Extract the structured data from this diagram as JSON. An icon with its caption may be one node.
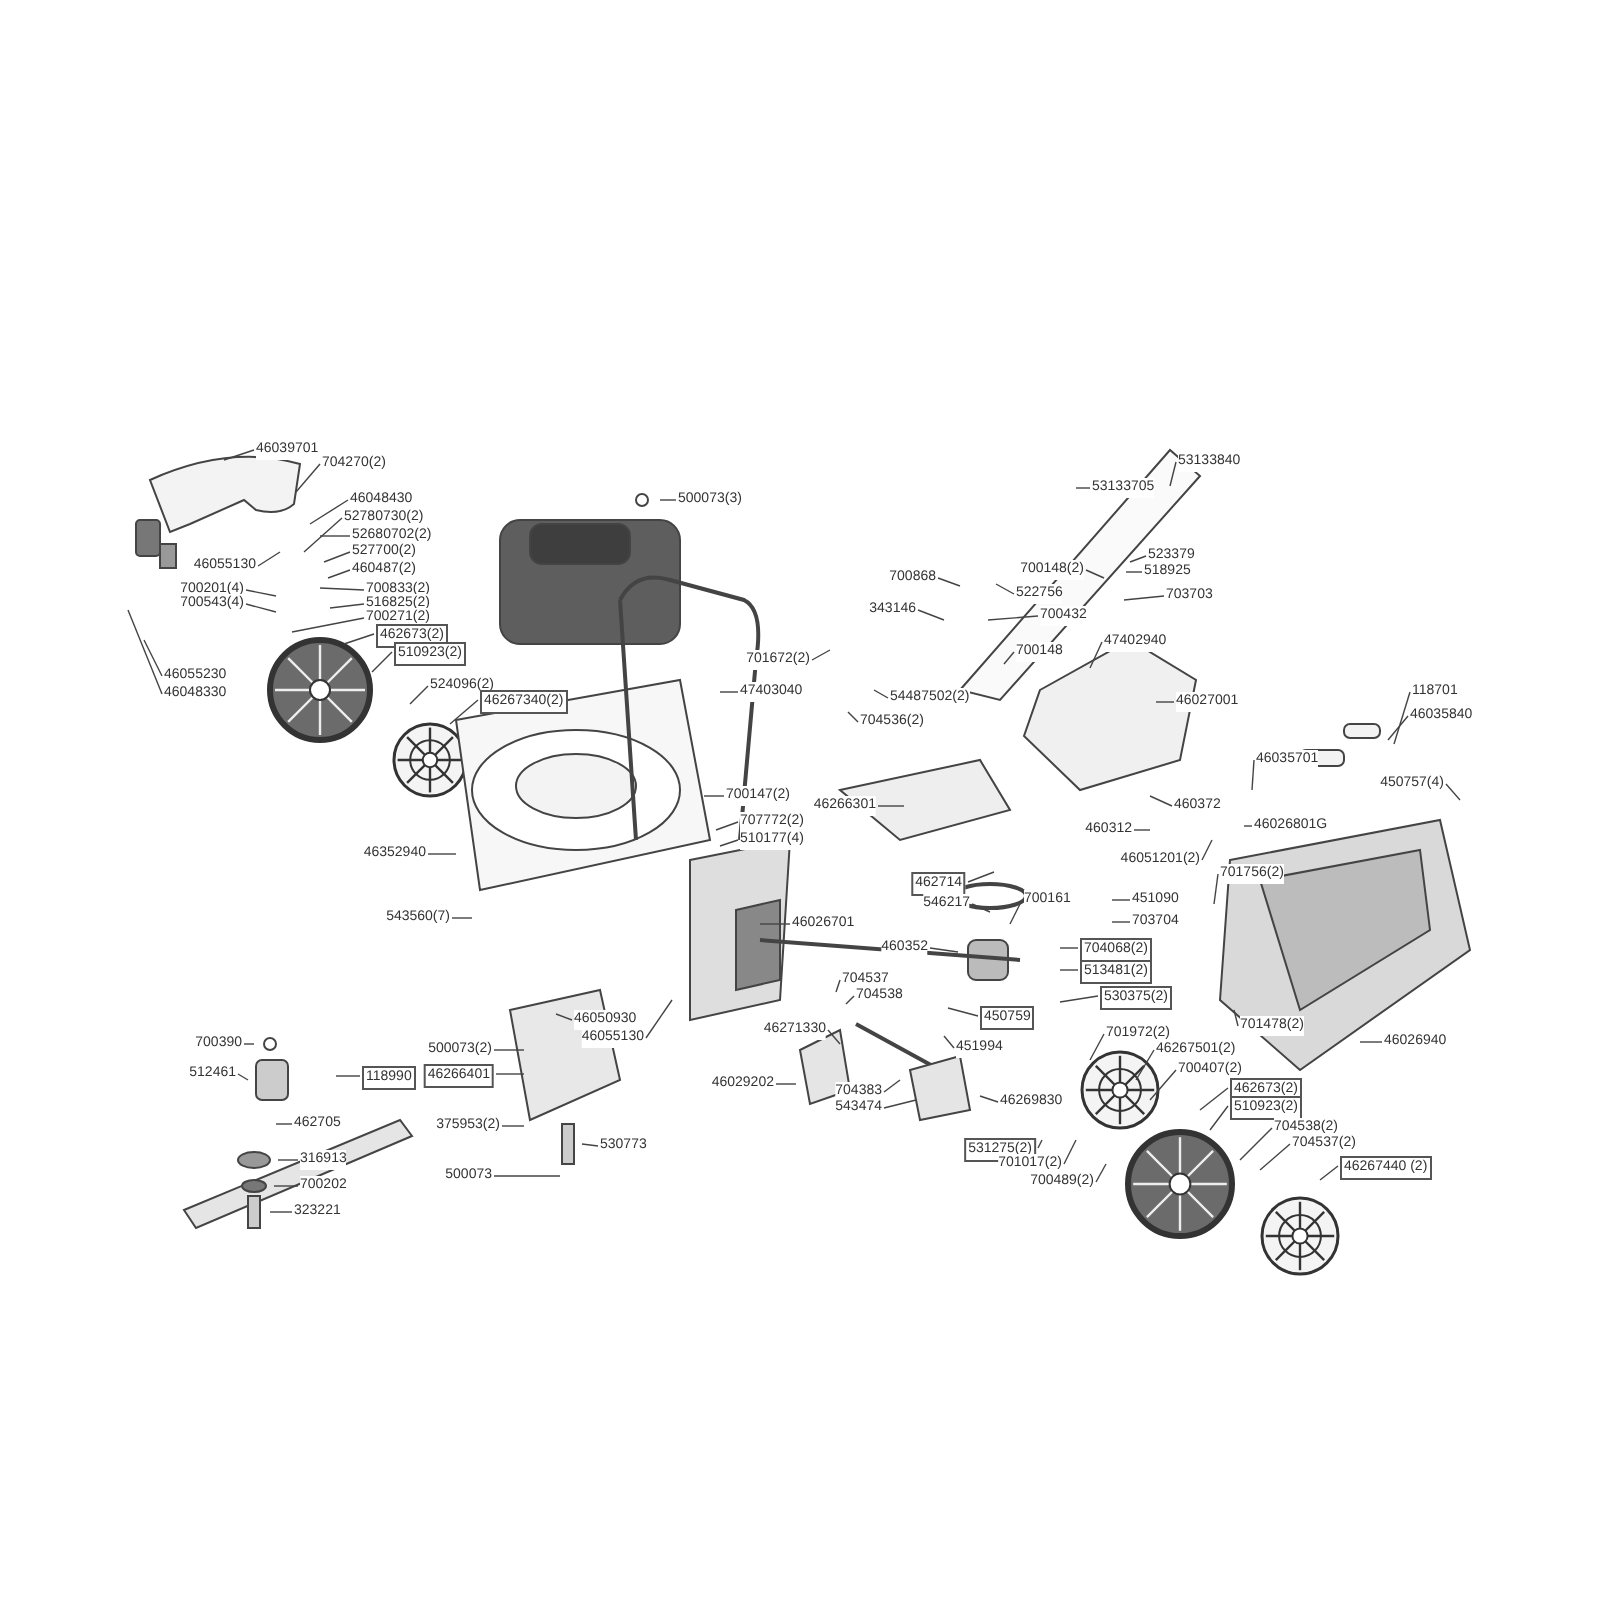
{
  "diagram": {
    "nodes": [
      {
        "text": [
          "46039701"
        ]
      },
      {
        "text": [
          "704270(2)"
        ]
      },
      {
        "text": [
          "46048430"
        ]
      },
      {
        "text": [
          "52780730(2)"
        ]
      },
      {
        "text": [
          "52680702(2)"
        ]
      },
      {
        "text": [
          "527700(2)"
        ]
      },
      {
        "text": [
          "460487(2)"
        ]
      },
      {
        "text": [
          "46055130"
        ]
      },
      {
        "text": [
          "700201(4)"
        ]
      },
      {
        "text": [
          "700543(4)"
        ]
      },
      {
        "text": [
          "700833(2)"
        ]
      },
      {
        "text": [
          "516825(2)"
        ]
      },
      {
        "text": [
          "700271(2)"
        ]
      },
      {
        "text": [
          "462673(2)"
        ]
      },
      {
        "text": [
          "510923(2)"
        ]
      },
      {
        "text": [
          "46055230"
        ]
      },
      {
        "text": [
          "46048330"
        ]
      },
      {
        "text": [
          "524096(2)"
        ]
      },
      {
        "text": [
          "46267340(2)"
        ]
      },
      {
        "text": [
          "46352940"
        ]
      },
      {
        "text": [
          "543560(7)"
        ]
      },
      {
        "text": [
          "500073(3)"
        ]
      },
      {
        "text": [
          "701672(2)"
        ]
      },
      {
        "text": [
          "47403040"
        ]
      },
      {
        "text": [
          "54487502(2)"
        ]
      },
      {
        "text": [
          "704536(2)"
        ]
      },
      {
        "text": [
          "700147(2)"
        ]
      },
      {
        "text": [
          "707772(2)"
        ]
      },
      {
        "text": [
          "510177(4)"
        ]
      },
      {
        "text": [
          "46266301"
        ]
      },
      {
        "text": [
          "46026701"
        ]
      },
      {
        "text": [
          "53133840"
        ]
      },
      {
        "text": [
          "53133705"
        ]
      },
      {
        "text": [
          "700868"
        ]
      },
      {
        "text": [
          "343146"
        ]
      },
      {
        "text": [
          "700148(2)"
        ]
      },
      {
        "text": [
          "523379"
        ]
      },
      {
        "text": [
          "518925"
        ]
      },
      {
        "text": [
          "522756"
        ]
      },
      {
        "text": [
          "700432"
        ]
      },
      {
        "text": [
          "703703"
        ]
      },
      {
        "text": [
          "700148"
        ]
      },
      {
        "text": [
          "47402940"
        ]
      },
      {
        "text": [
          "46027001"
        ]
      },
      {
        "text": [
          "118701"
        ]
      },
      {
        "text": [
          "46035840"
        ]
      },
      {
        "text": [
          "46035701"
        ]
      },
      {
        "text": [
          "450757(4)"
        ]
      },
      {
        "text": [
          "460372"
        ]
      },
      {
        "text": [
          "460312"
        ]
      },
      {
        "text": [
          "46026801G"
        ]
      },
      {
        "text": [
          "46051201(2)"
        ]
      },
      {
        "text": [
          "701756(2)"
        ]
      },
      {
        "text": [
          "462714"
        ]
      },
      {
        "text": [
          "546217"
        ]
      },
      {
        "text": [
          "700161"
        ]
      },
      {
        "text": [
          "451090"
        ]
      },
      {
        "text": [
          "703704"
        ]
      },
      {
        "text": [
          "460352"
        ]
      },
      {
        "text": [
          "704068(2)"
        ]
      },
      {
        "text": [
          "513481(2)"
        ]
      },
      {
        "text": [
          "704537"
        ]
      },
      {
        "text": [
          "704538"
        ]
      },
      {
        "text": [
          "530375(2)"
        ]
      },
      {
        "text": [
          "450759"
        ]
      },
      {
        "text": [
          "46271330"
        ]
      },
      {
        "text": [
          "451994"
        ]
      },
      {
        "text": [
          "701478(2)"
        ]
      },
      {
        "text": [
          "46026940"
        ]
      },
      {
        "text": [
          "46029202"
        ]
      },
      {
        "text": [
          "704383"
        ]
      },
      {
        "text": [
          "543474"
        ]
      },
      {
        "text": [
          "46269830"
        ]
      },
      {
        "text": [
          "701972(2)"
        ]
      },
      {
        "text": [
          "46267501(2)"
        ]
      },
      {
        "text": [
          "700407(2)"
        ]
      },
      {
        "text": [
          "462673(2)"
        ]
      },
      {
        "text": [
          "510923(2)"
        ]
      },
      {
        "text": [
          "704538(2)"
        ]
      },
      {
        "text": [
          "704537(2)"
        ]
      },
      {
        "text": [
          "46267440 (2)"
        ]
      },
      {
        "text": [
          "531275(2)"
        ]
      },
      {
        "text": [
          "701017(2)"
        ]
      },
      {
        "text": [
          "700489(2)"
        ]
      },
      {
        "text": [
          "46050930"
        ]
      },
      {
        "text": [
          "46055130"
        ]
      },
      {
        "text": [
          "700390"
        ]
      },
      {
        "text": [
          "512461"
        ]
      },
      {
        "text": [
          "500073(2)"
        ]
      },
      {
        "text": [
          "46266401"
        ]
      },
      {
        "text": [
          "118990"
        ]
      },
      {
        "text": [
          "462705"
        ]
      },
      {
        "text": [
          "375953(2)"
        ]
      },
      {
        "text": [
          "530773"
        ]
      },
      {
        "text": [
          "316913"
        ]
      },
      {
        "text": [
          "500073"
        ]
      },
      {
        "text": [
          "700202"
        ]
      },
      {
        "text": [
          "323221"
        ]
      }
    ],
    "edges": [
      {
        "from": 0,
        "to": null,
        "arrow": "none"
      },
      {
        "from": 1,
        "to": null,
        "arrow": "none"
      },
      {
        "from": 2,
        "to": null,
        "arrow": "none"
      },
      {
        "from": 3,
        "to": null,
        "arrow": "none"
      },
      {
        "from": 4,
        "to": null,
        "arrow": "none"
      },
      {
        "from": 5,
        "to": null,
        "arrow": "none"
      },
      {
        "from": 6,
        "to": null,
        "arrow": "none"
      },
      {
        "from": 7,
        "to": null,
        "arrow": "none"
      },
      {
        "from": 8,
        "to": null,
        "arrow": "none"
      },
      {
        "from": 9,
        "to": null,
        "arrow": "none"
      },
      {
        "from": 10,
        "to": null,
        "arrow": "none"
      },
      {
        "from": 11,
        "to": null,
        "arrow": "none"
      },
      {
        "from": 12,
        "to": null,
        "arrow": "none"
      },
      {
        "from": 13,
        "to": null,
        "arrow": "none"
      },
      {
        "from": 14,
        "to": null,
        "arrow": "none"
      },
      {
        "from": 15,
        "to": null,
        "arrow": "none"
      },
      {
        "from": 16,
        "to": null,
        "arrow": "none"
      },
      {
        "from": 17,
        "to": null,
        "arrow": "none"
      },
      {
        "from": 18,
        "to": null,
        "arrow": "none"
      },
      {
        "from": 19,
        "to": null,
        "arrow": "none"
      },
      {
        "from": 20,
        "to": null,
        "arrow": "none"
      },
      {
        "from": 21,
        "to": null,
        "arrow": "none"
      },
      {
        "from": 22,
        "to": null,
        "arrow": "none"
      },
      {
        "from": 23,
        "to": null,
        "arrow": "none"
      },
      {
        "from": 24,
        "to": null,
        "arrow": "none"
      },
      {
        "from": 25,
        "to": null,
        "arrow": "none"
      },
      {
        "from": 26,
        "to": null,
        "arrow": "none"
      },
      {
        "from": 27,
        "to": null,
        "arrow": "none"
      },
      {
        "from": 28,
        "to": null,
        "arrow": "none"
      },
      {
        "from": 29,
        "to": null,
        "arrow": "none"
      },
      {
        "from": 30,
        "to": null,
        "arrow": "none"
      },
      {
        "from": 31,
        "to": null,
        "arrow": "none"
      },
      {
        "from": 32,
        "to": null,
        "arrow": "none"
      },
      {
        "from": 33,
        "to": null,
        "arrow": "none"
      },
      {
        "from": 34,
        "to": null,
        "arrow": "none"
      },
      {
        "from": 35,
        "to": null,
        "arrow": "none"
      },
      {
        "from": 36,
        "to": null,
        "arrow": "none"
      },
      {
        "from": 37,
        "to": null,
        "arrow": "none"
      },
      {
        "from": 38,
        "to": null,
        "arrow": "none"
      },
      {
        "from": 39,
        "to": null,
        "arrow": "none"
      },
      {
        "from": 40,
        "to": null,
        "arrow": "none"
      },
      {
        "from": 41,
        "to": null,
        "arrow": "none"
      },
      {
        "from": 42,
        "to": null,
        "arrow": "none"
      },
      {
        "from": 43,
        "to": null,
        "arrow": "none"
      },
      {
        "from": 44,
        "to": null,
        "arrow": "none"
      },
      {
        "from": 45,
        "to": null,
        "arrow": "none"
      },
      {
        "from": 46,
        "to": null,
        "arrow": "none"
      },
      {
        "from": 47,
        "to": null,
        "arrow": "none"
      },
      {
        "from": 48,
        "to": null,
        "arrow": "none"
      },
      {
        "from": 49,
        "to": null,
        "arrow": "none"
      },
      {
        "from": 50,
        "to": null,
        "arrow": "none"
      },
      {
        "from": 51,
        "to": null,
        "arrow": "none"
      },
      {
        "from": 52,
        "to": null,
        "arrow": "none"
      },
      {
        "from": 53,
        "to": null,
        "arrow": "none"
      },
      {
        "from": 54,
        "to": null,
        "arrow": "none"
      },
      {
        "from": 55,
        "to": null,
        "arrow": "none"
      },
      {
        "from": 56,
        "to": null,
        "arrow": "none"
      },
      {
        "from": 57,
        "to": null,
        "arrow": "none"
      },
      {
        "from": 58,
        "to": null,
        "arrow": "none"
      },
      {
        "from": 59,
        "to": null,
        "arrow": "none"
      },
      {
        "from": 60,
        "to": null,
        "arrow": "none"
      },
      {
        "from": 61,
        "to": null,
        "arrow": "none"
      },
      {
        "from": 62,
        "to": null,
        "arrow": "none"
      },
      {
        "from": 63,
        "to": null,
        "arrow": "none"
      },
      {
        "from": 64,
        "to": null,
        "arrow": "none"
      },
      {
        "from": 65,
        "to": null,
        "arrow": "none"
      },
      {
        "from": 66,
        "to": null,
        "arrow": "none"
      },
      {
        "from": 67,
        "to": null,
        "arrow": "none"
      },
      {
        "from": 68,
        "to": null,
        "arrow": "none"
      },
      {
        "from": 69,
        "to": null,
        "arrow": "none"
      },
      {
        "from": 70,
        "to": null,
        "arrow": "none"
      },
      {
        "from": 71,
        "to": null,
        "arrow": "none"
      },
      {
        "from": 72,
        "to": null,
        "arrow": "none"
      },
      {
        "from": 73,
        "to": null,
        "arrow": "none"
      },
      {
        "from": 74,
        "to": null,
        "arrow": "none"
      },
      {
        "from": 75,
        "to": null,
        "arrow": "none"
      },
      {
        "from": 76,
        "to": null,
        "arrow": "none"
      },
      {
        "from": 77,
        "to": null,
        "arrow": "none"
      },
      {
        "from": 78,
        "to": null,
        "arrow": "none"
      },
      {
        "from": 79,
        "to": null,
        "arrow": "none"
      },
      {
        "from": 80,
        "to": null,
        "arrow": "none"
      },
      {
        "from": 81,
        "to": null,
        "arrow": "none"
      },
      {
        "from": 82,
        "to": null,
        "arrow": "none"
      },
      {
        "from": 83,
        "to": null,
        "arrow": "none"
      },
      {
        "from": 84,
        "to": null,
        "arrow": "none"
      },
      {
        "from": 85,
        "to": null,
        "arrow": "none"
      },
      {
        "from": 86,
        "to": null,
        "arrow": "none"
      },
      {
        "from": 87,
        "to": null,
        "arrow": "none"
      },
      {
        "from": 88,
        "to": null,
        "arrow": "none"
      },
      {
        "from": 89,
        "to": null,
        "arrow": "none"
      },
      {
        "from": 90,
        "to": null,
        "arrow": "none"
      },
      {
        "from": 91,
        "to": null,
        "arrow": "none"
      },
      {
        "from": 92,
        "to": null,
        "arrow": "none"
      },
      {
        "from": 93,
        "to": null,
        "arrow": "none"
      },
      {
        "from": 94,
        "to": null,
        "arrow": "none"
      },
      {
        "from": 95,
        "to": null,
        "arrow": "none"
      },
      {
        "from": 96,
        "to": null,
        "arrow": "none"
      },
      {
        "from": 97,
        "to": null,
        "arrow": "none"
      }
    ]
  }
}
